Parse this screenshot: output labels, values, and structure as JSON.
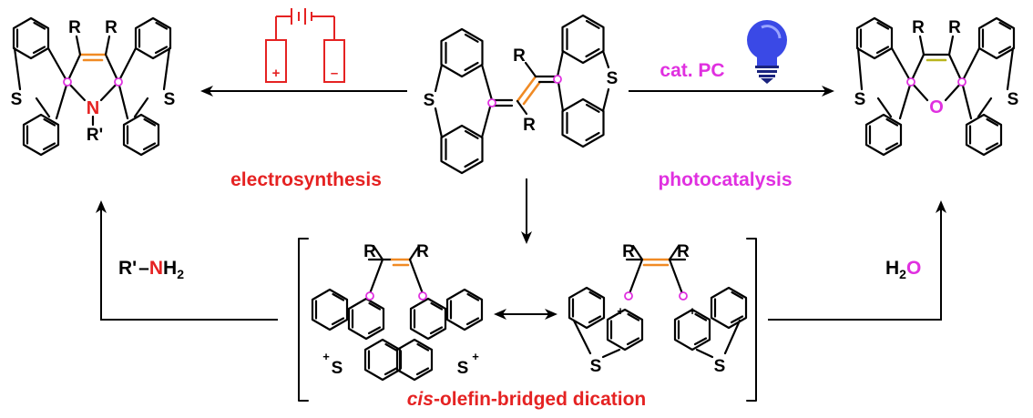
{
  "labels": {
    "electrosynthesis": "electrosynthesis",
    "photocatalysis": "photocatalysis",
    "cat_pc": "cat. PC",
    "amine_r": "R'",
    "amine_n": "N",
    "amine_h": "H",
    "amine_sub": "2",
    "water_h": "H",
    "water_sub": "2",
    "water_o": "O",
    "dication_cis": "cis",
    "dication_rest": "-olefin-bridged dication"
  },
  "atoms": {
    "R": "R",
    "S": "S",
    "N": "N",
    "O": "O",
    "Rprime": "R'",
    "plus": "+",
    "minus": "–"
  },
  "colors": {
    "black": "#000000",
    "red": "#e52222",
    "magenta": "#e030e0",
    "orange": "#f08a24",
    "olive": "#b9b51d",
    "bulb": "#3a49e6"
  }
}
